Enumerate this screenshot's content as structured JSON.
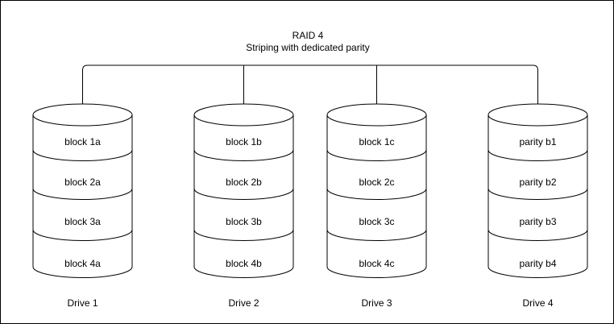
{
  "diagram": {
    "title": "RAID 4",
    "subtitle": "Striping with dedicated parity"
  },
  "drives": [
    {
      "label": "Drive 1",
      "blocks": [
        "block 1a",
        "block 2a",
        "block 3a",
        "block 4a"
      ]
    },
    {
      "label": "Drive 2",
      "blocks": [
        "block 1b",
        "block 2b",
        "block 3b",
        "block 4b"
      ]
    },
    {
      "label": "Drive 3",
      "blocks": [
        "block 1c",
        "block 2c",
        "block 3c",
        "block 4c"
      ]
    },
    {
      "label": "Drive 4",
      "blocks": [
        "parity b1",
        "parity b2",
        "parity b3",
        "parity b4"
      ]
    }
  ],
  "colors": {
    "stroke": "#000000",
    "fill": "#ffffff",
    "text": "#000000",
    "background": "#ffffff"
  }
}
